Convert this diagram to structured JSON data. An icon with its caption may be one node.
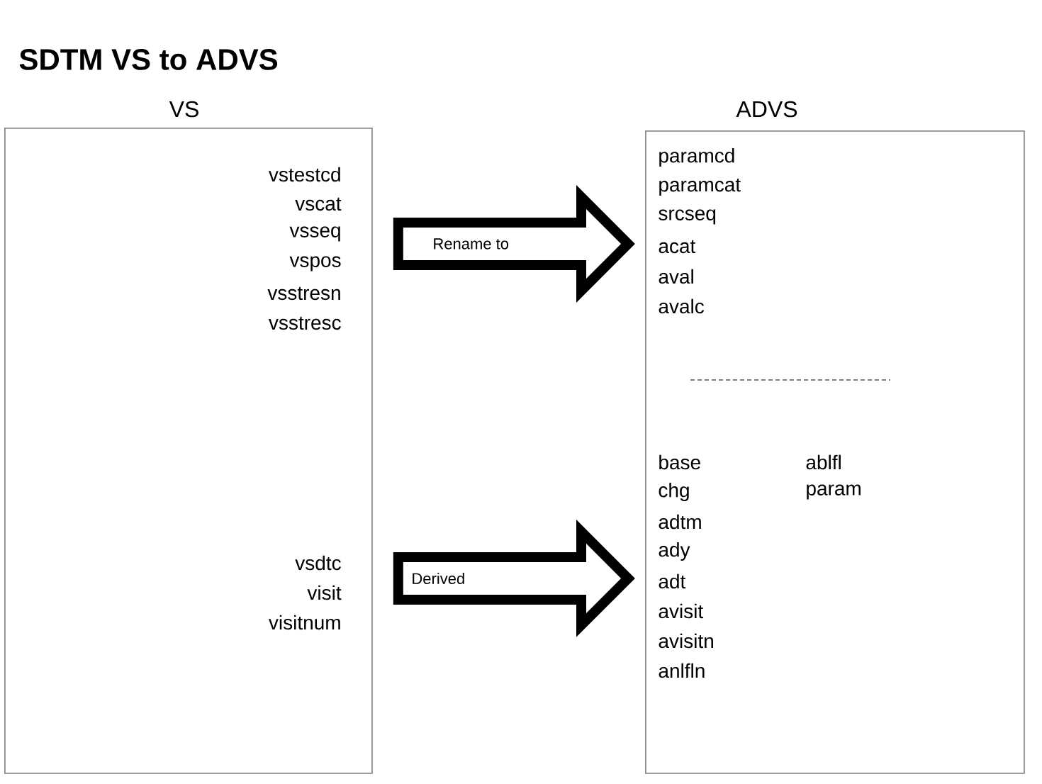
{
  "diagram": {
    "title": "SDTM VS to ADVS",
    "nodes": [
      {
        "text": [
          "VS",
          "vstestcd",
          "vscat",
          "vsseq",
          "vspos",
          "vsstresn",
          "vsstresc",
          "vsdtc",
          "visit",
          "visitnum"
        ]
      },
      {
        "text": [
          "ADVS",
          "paramcd",
          "paramcat",
          "srcseq",
          "acat",
          "aval",
          "avalc",
          "base",
          "chg",
          "adtm",
          "ady",
          "adt",
          "avisit",
          "avisitn",
          "anlfln",
          "ablfl",
          "param"
        ]
      }
    ],
    "edges": [
      {
        "from": 0,
        "to": 1,
        "arrow": "to",
        "label": "Rename to",
        "style": "thick"
      },
      {
        "from": 0,
        "to": 1,
        "arrow": "to",
        "label": "Derived",
        "style": "thick"
      }
    ]
  }
}
